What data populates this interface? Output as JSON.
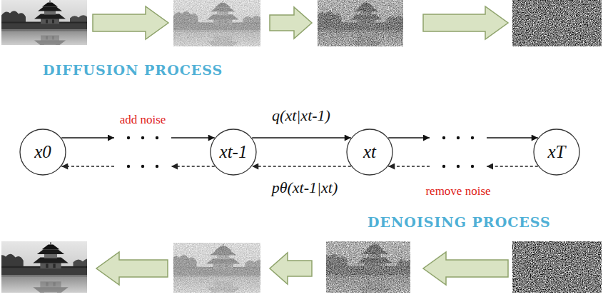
{
  "diagram": {
    "nodes": [
      {
        "text": [
          "x0"
        ]
      },
      {
        "text": [
          "xt-1"
        ]
      },
      {
        "text": [
          "xt"
        ]
      },
      {
        "text": [
          "xT"
        ]
      }
    ],
    "edges": [
      {
        "from": 0,
        "to": 1,
        "arrow": "to"
      },
      {
        "from": 1,
        "to": 2,
        "label": "q(xt|xt-1)",
        "arrow": "to"
      },
      {
        "from": 2,
        "to": 3,
        "arrow": "to"
      },
      {
        "from": 1,
        "to": 0,
        "arrow": "to"
      },
      {
        "from": 2,
        "to": 1,
        "label": "pθ(xt-1|xt)",
        "arrow": "to"
      },
      {
        "from": 3,
        "to": 2,
        "arrow": "to"
      }
    ],
    "labels": [
      "DIFFUSION PROCESS",
      "add noise",
      "remove noise",
      "DENOISING PROCESS"
    ]
  }
}
